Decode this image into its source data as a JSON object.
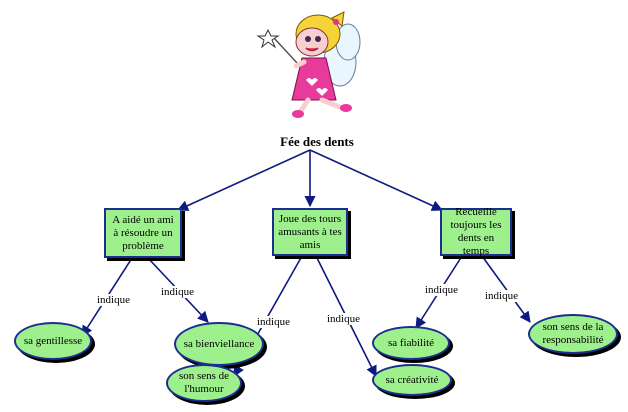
{
  "title": "Fée des dents",
  "fairy_icon": "tooth-fairy-clipart",
  "colors": {
    "node_fill": "#9ef08c",
    "node_border": "#1b2f8f",
    "arrow": "#0d1a80"
  },
  "nodes": [
    {
      "id": "n1",
      "text": "A aidé un ami à résoudre un problème"
    },
    {
      "id": "n2",
      "text": "Joue des tours amusants à tes amis"
    },
    {
      "id": "n3",
      "text": "Recueille toujours les dents en temps"
    }
  ],
  "leaves": [
    {
      "id": "l1",
      "text": "sa gentillesse"
    },
    {
      "id": "l2",
      "text": "sa bienviellance"
    },
    {
      "id": "l3",
      "text": "son sens de l'humour"
    },
    {
      "id": "l4",
      "text": "sa fiabilité"
    },
    {
      "id": "l5",
      "text": "sa créativité"
    },
    {
      "id": "l6",
      "text": "son sens de la responsabilité"
    }
  ],
  "link_label": "indique"
}
